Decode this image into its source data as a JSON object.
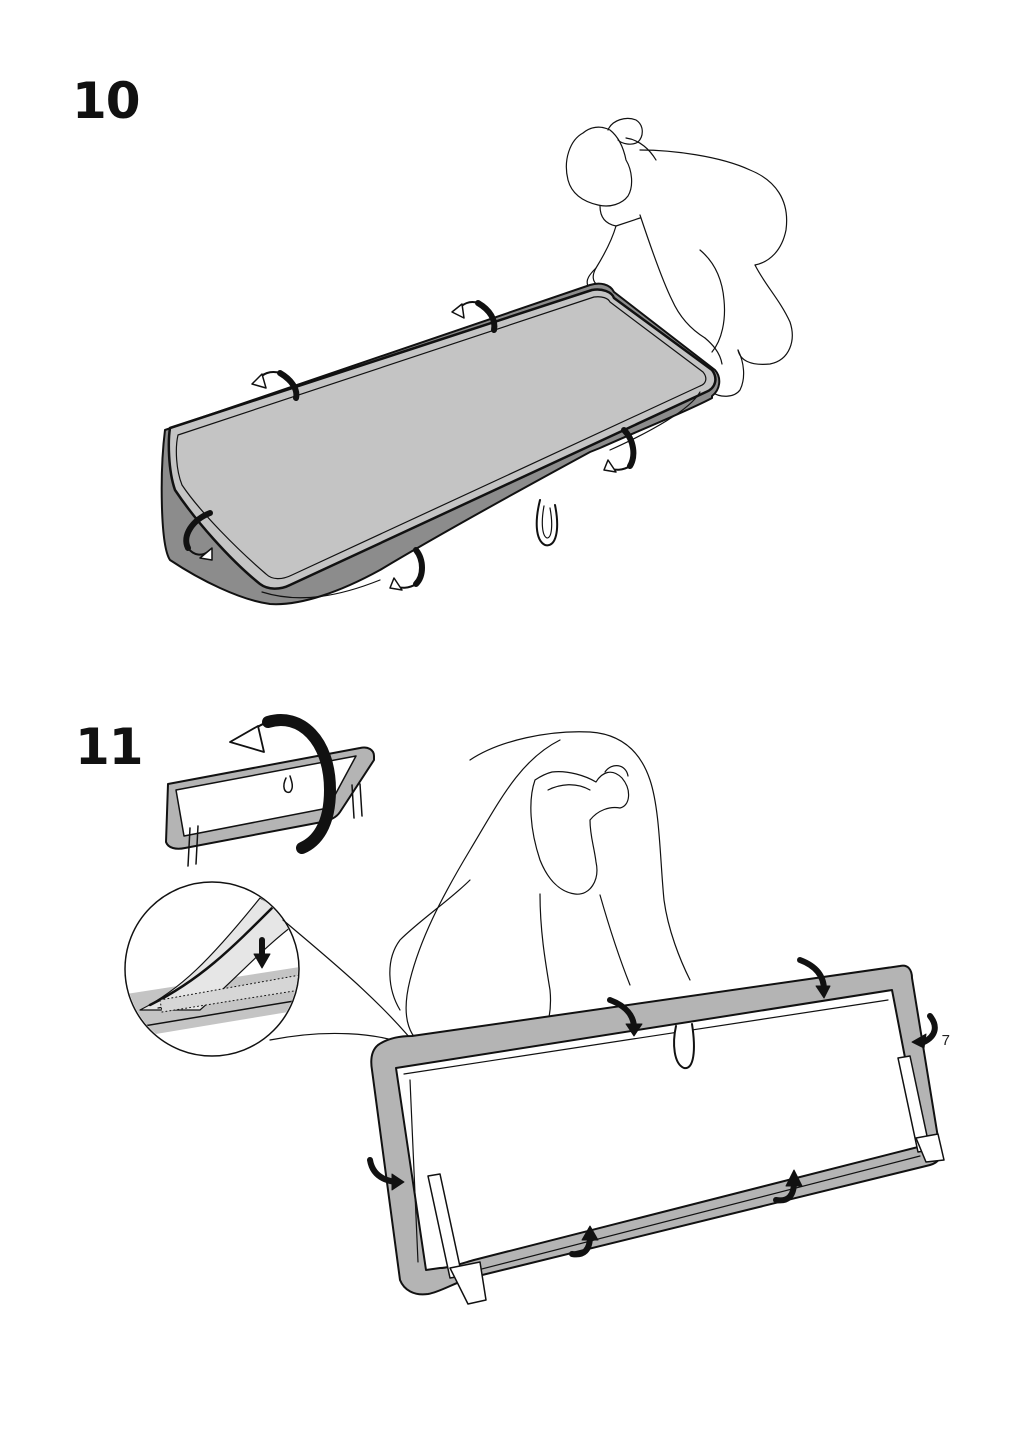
{
  "steps": [
    {
      "number": "10"
    },
    {
      "number": "11"
    }
  ],
  "page_number": "7",
  "colors": {
    "ink": "#111111",
    "cushion_fill": "#c4c4c4",
    "light_fill": "#e6e6e6",
    "background": "#ffffff"
  },
  "icons": [
    "curved-arrow-icon",
    "straight-arrow-down-icon",
    "magnifier-circle-icon"
  ]
}
